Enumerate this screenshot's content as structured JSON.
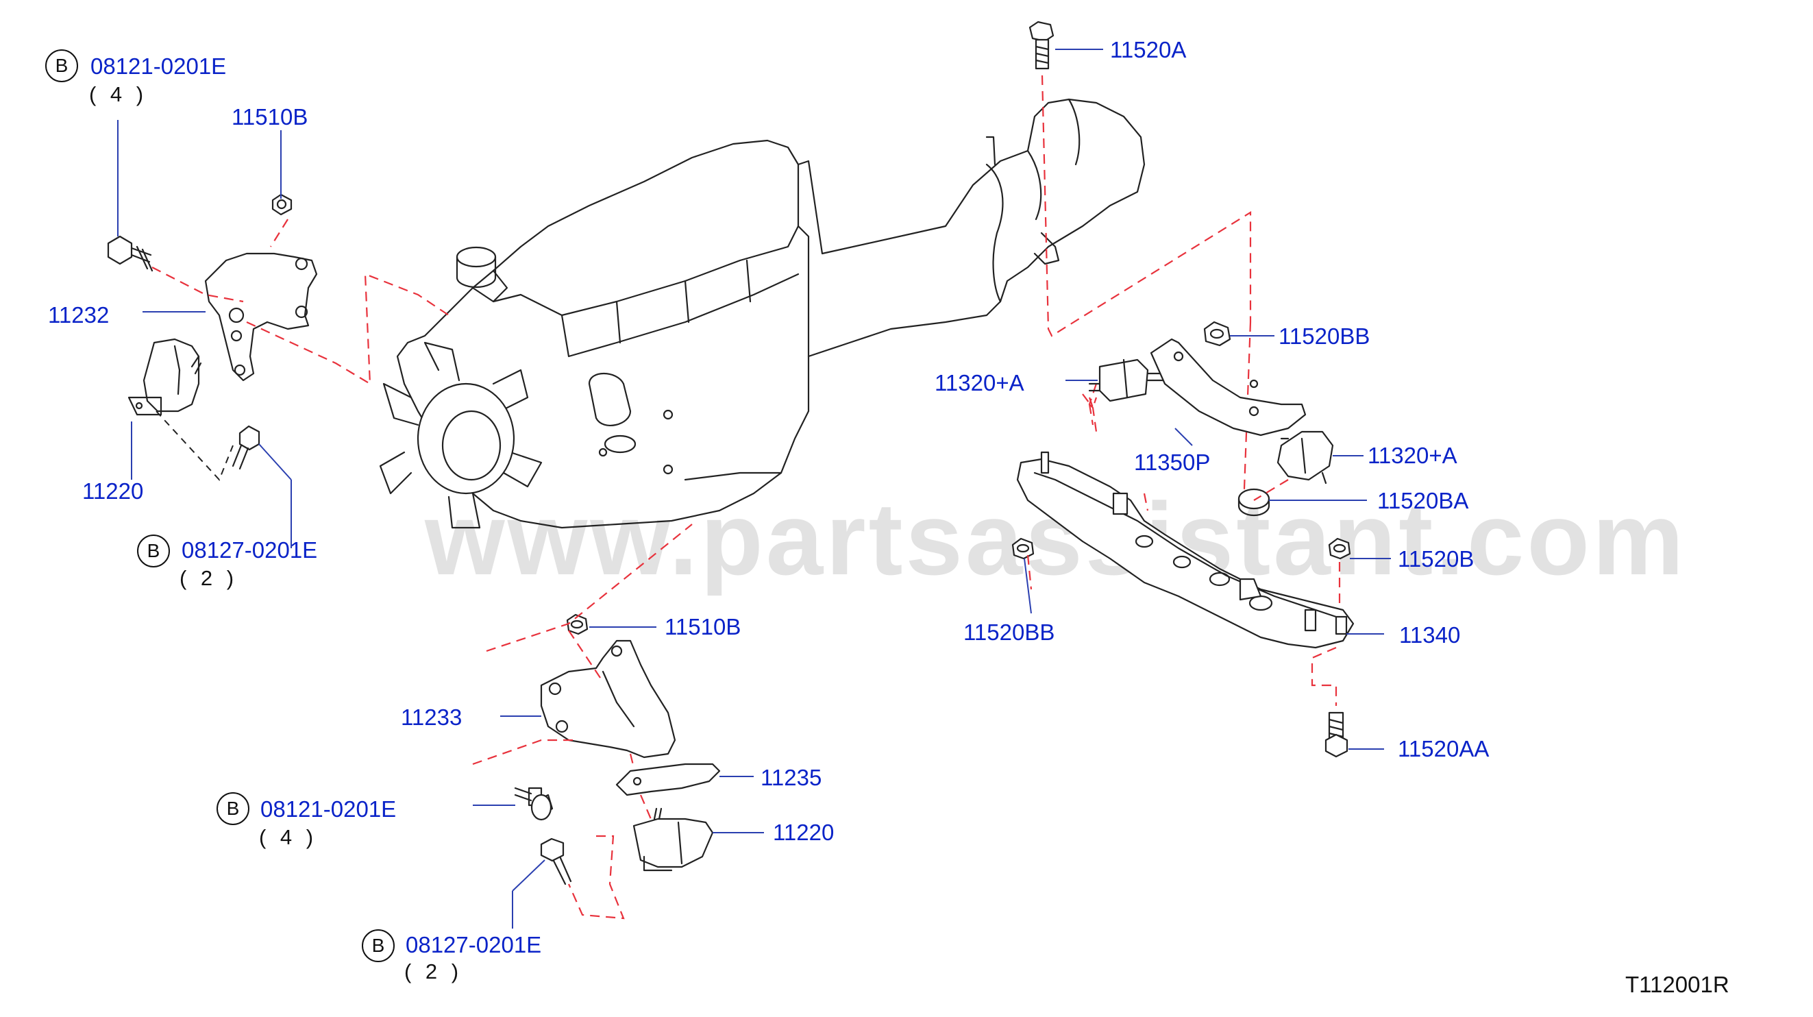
{
  "watermark": "www.partsassistant.com",
  "diagram_code": "T112001R",
  "callouts": {
    "b1_code": "08121-0201E",
    "b1_qty": "( 4 )",
    "b2_code": "08127-0201E",
    "b2_qty": "( 2 )",
    "b3_code": "08121-0201E",
    "b3_qty": "( 4 )",
    "b4_code": "08127-0201E",
    "b4_qty": "( 2 )",
    "b_symbol": "B"
  },
  "parts": {
    "p11510b_top": "11510B",
    "p11232": "11232",
    "p11220_left": "11220",
    "p11520a": "11520A",
    "p11520bb_top": "11520BB",
    "p11320a_left": "11320+A",
    "p11350p": "11350P",
    "p11320a_right": "11320+A",
    "p11520ba": "11520BA",
    "p11520b": "11520B",
    "p11520bb_bottom": "11520BB",
    "p11340": "11340",
    "p11520aa": "11520AA",
    "p11510b_bottom": "11510B",
    "p11233": "11233",
    "p11235": "11235",
    "p11220_bottom": "11220"
  }
}
